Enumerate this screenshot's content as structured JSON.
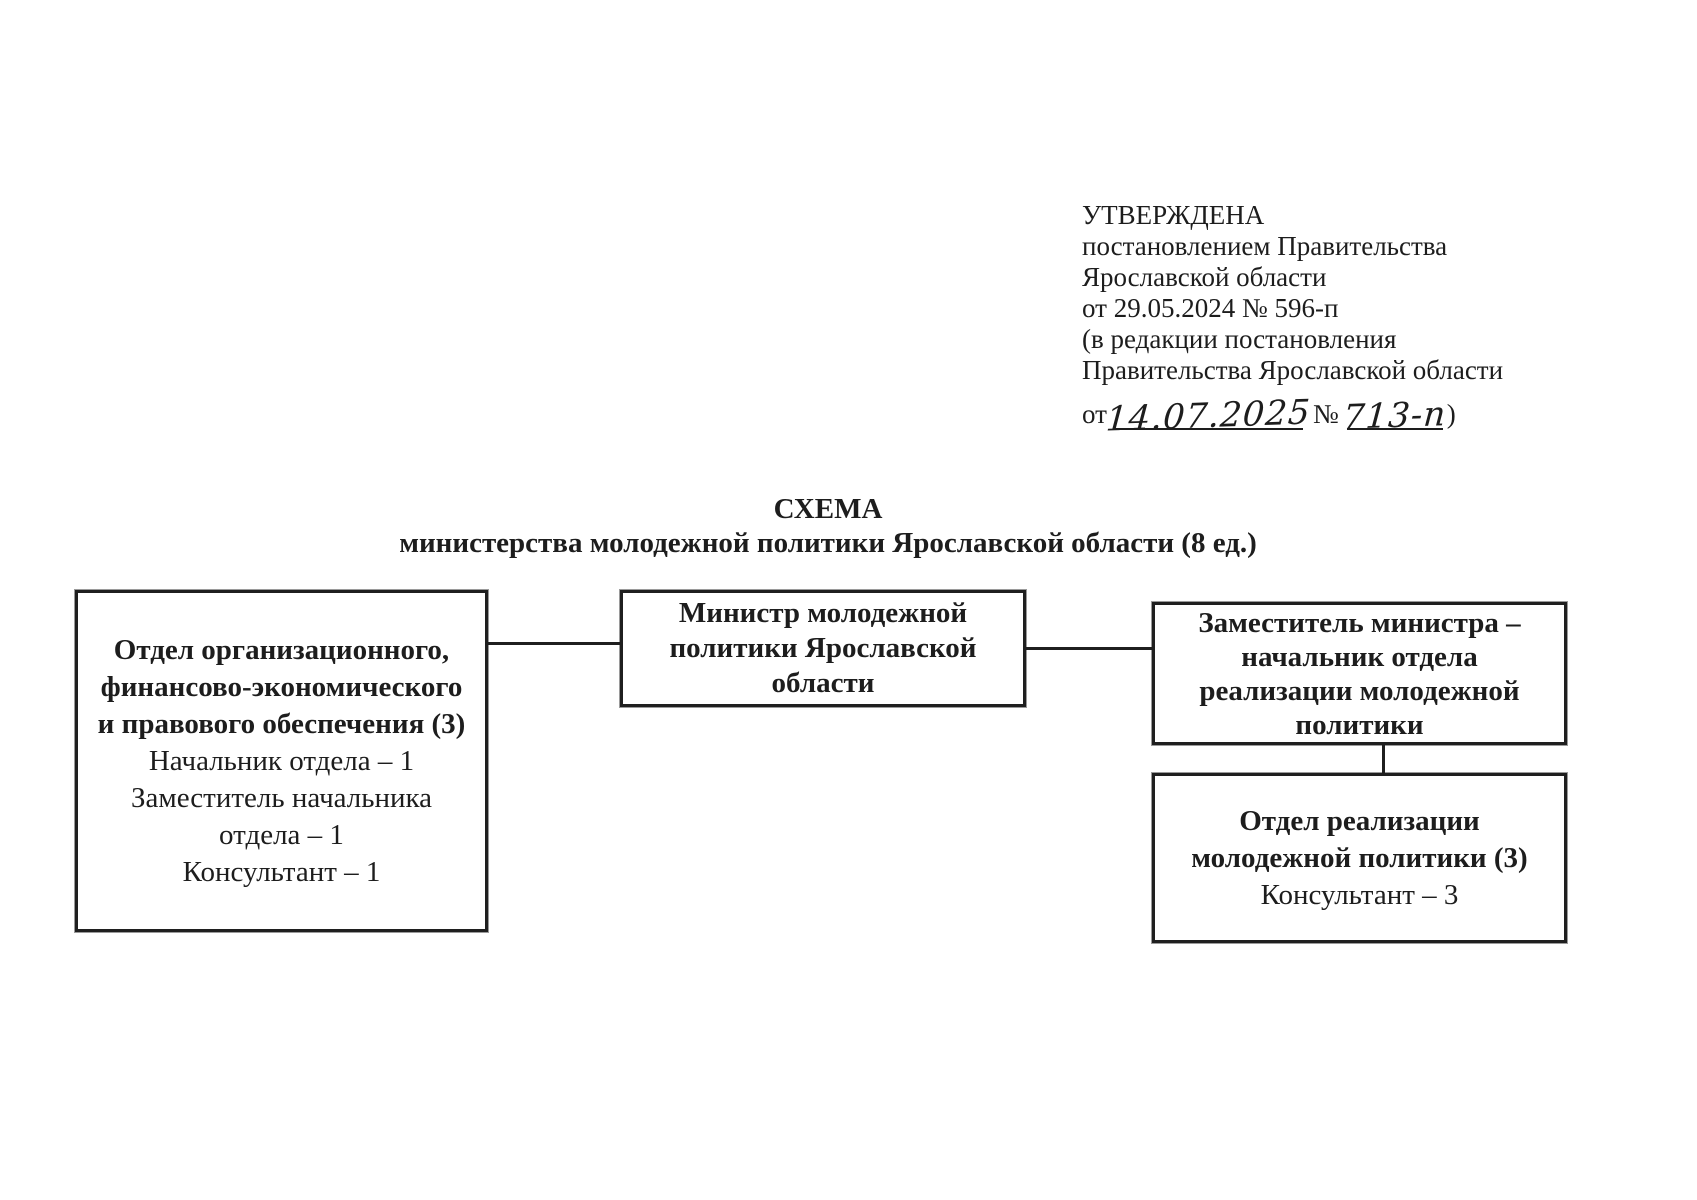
{
  "colors": {
    "ink": "#1d1d1d",
    "paper": "#ffffff"
  },
  "approval": {
    "lines": [
      "УТВЕРЖДЕНА",
      "постановлением Правительства",
      "Ярославской области",
      "от 29.05.2024 № 596-п",
      "(в редакции постановления",
      "Правительства Ярославской области"
    ],
    "amendment": {
      "prefix": "от",
      "handwritten_date": "14.07.2025",
      "numero_sign": "№",
      "handwritten_number": "713-п",
      "suffix": ")"
    }
  },
  "title": {
    "heading": "СХЕМА",
    "subtitle": "министерства молодежной политики Ярославской области (8 ед.)"
  },
  "org_chart": {
    "minister": {
      "title": "Министр молодежной\nполитики Ярославской\nобласти"
    },
    "org_finance_legal": {
      "title": "Отдел организационного,\nфинансово-экономического\nи правового обеспечения (3)",
      "staff": "Начальник отдела – 1\nЗаместитель начальника\nотдела – 1\nКонсультант – 1"
    },
    "deputy_minister": {
      "title": "Заместитель министра –\nначальник отдела\nреализации молодежной\nполитики"
    },
    "youth_policy_department": {
      "title": "Отдел реализации\nмолодежной политики (3)",
      "staff": "Консультант – 3"
    }
  }
}
